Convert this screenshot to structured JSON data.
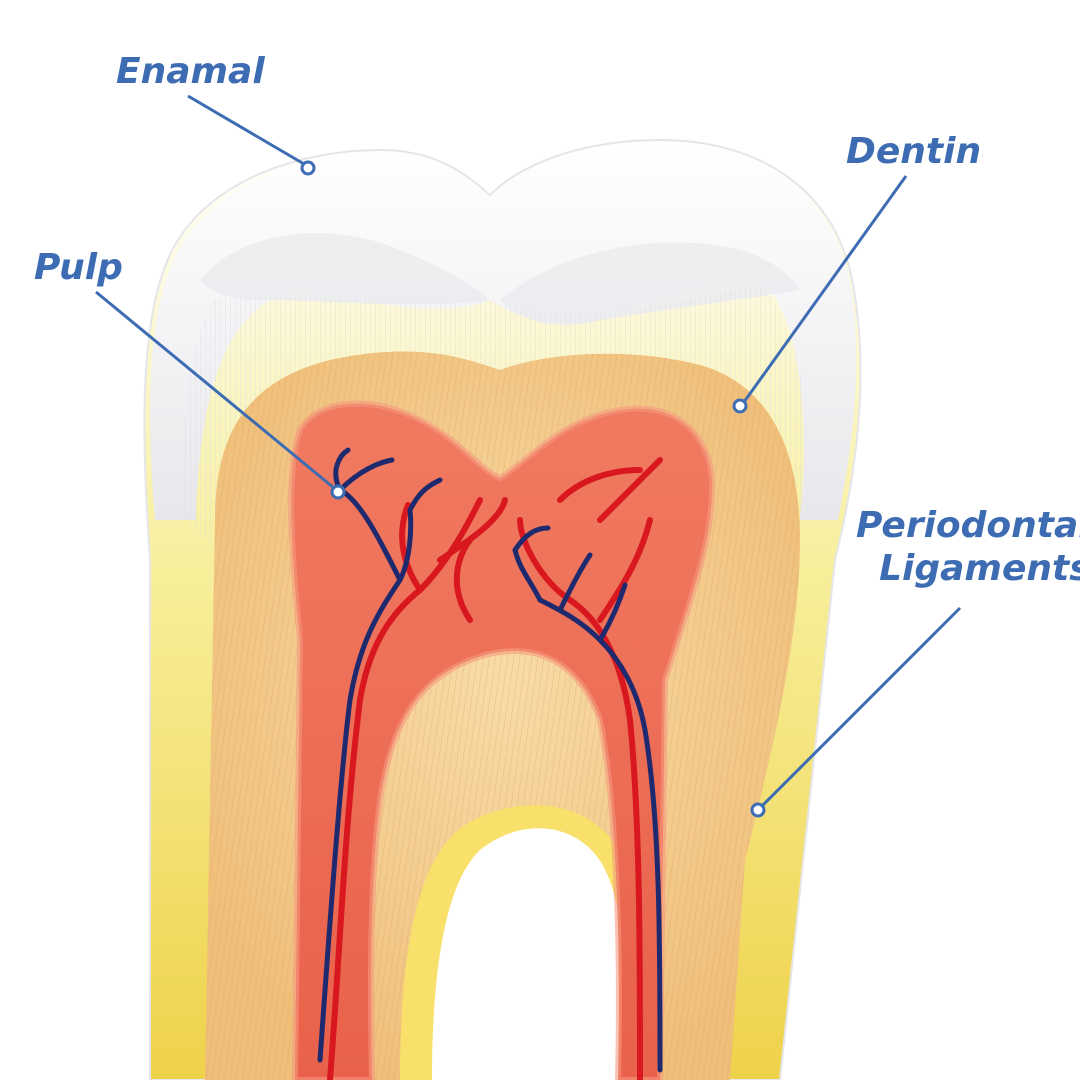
{
  "labels": {
    "enamal": "Enamal",
    "dentin": "Dentin",
    "pulp": "Pulp",
    "periodontal_line1": "Periodontal",
    "periodontal_line2": "Ligaments"
  },
  "colors": {
    "label_text": "#3d6cb3",
    "leader_line": "#3d6cb3",
    "enamel": "#f4f4f6",
    "dentin": "#f3c98a",
    "pulp": "#ec6a55",
    "artery": "#d9171f",
    "vein": "#1f2a6e",
    "periodontal": "#f6df74"
  }
}
